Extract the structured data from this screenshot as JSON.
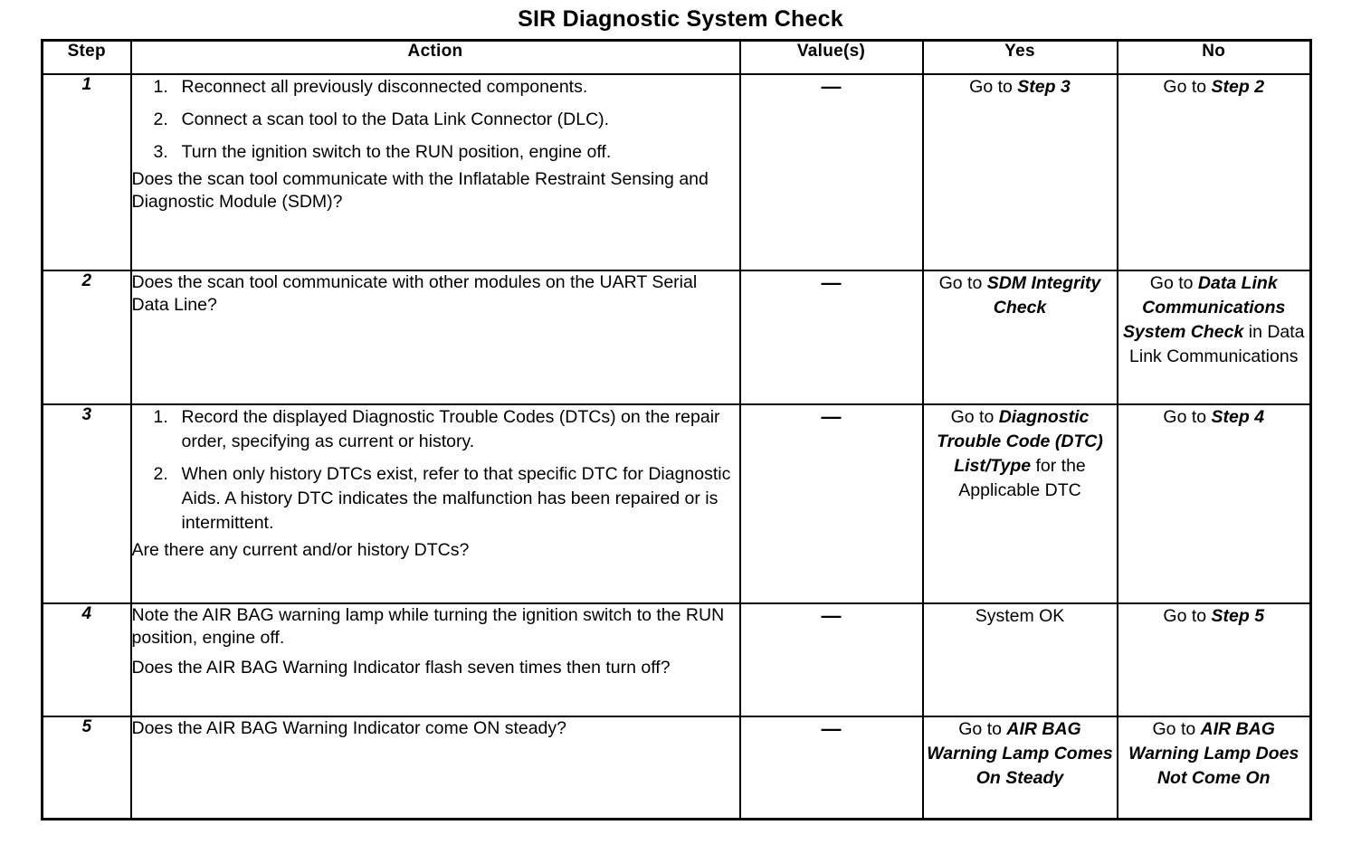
{
  "document": {
    "title": "SIR Diagnostic System Check"
  },
  "table": {
    "headers": {
      "step": "Step",
      "action": "Action",
      "values": "Value(s)",
      "yes": "Yes",
      "no": "No"
    },
    "dash": "—",
    "rows": [
      {
        "step": "1",
        "action": {
          "numbered": [
            "Reconnect all previously disconnected components.",
            "Connect a scan tool to the Data Link Connector (DLC).",
            "Turn the ignition switch to the RUN position, engine off."
          ],
          "question": "Does the scan tool communicate with the Inflatable Restraint Sensing and Diagnostic Module (SDM)?"
        },
        "value": "—",
        "yes": {
          "prefix": "Go to ",
          "ref": "Step 3",
          "suffix": ""
        },
        "no": {
          "prefix": "Go to ",
          "ref": "Step 2",
          "suffix": ""
        }
      },
      {
        "step": "2",
        "action": {
          "numbered": [],
          "question": "Does the scan tool communicate with other modules on the UART Serial Data Line?"
        },
        "value": "—",
        "yes": {
          "prefix": "Go to ",
          "ref": "SDM Integrity Check",
          "suffix": ""
        },
        "no": {
          "prefix": "Go to ",
          "ref": "Data Link Communications System Check",
          "suffix": " in Data Link Communications"
        }
      },
      {
        "step": "3",
        "action": {
          "numbered": [
            "Record the displayed Diagnostic Trouble Codes (DTCs) on the repair order, specifying as current or history.",
            "When only history DTCs exist, refer to that specific DTC for Diagnostic Aids. A history DTC indicates the malfunction has been repaired or is intermittent."
          ],
          "question": "Are there any current and/or history DTCs?"
        },
        "value": "—",
        "yes": {
          "prefix": "Go to ",
          "ref": "Diagnostic Trouble Code (DTC) List/Type",
          "suffix": " for the Applicable DTC"
        },
        "no": {
          "prefix": "Go to ",
          "ref": "Step 4",
          "suffix": ""
        }
      },
      {
        "step": "4",
        "action": {
          "numbered": [],
          "lead": "Note the AIR BAG warning lamp while turning the ignition switch to the RUN position, engine off.",
          "question": "Does the AIR BAG Warning Indicator flash seven times then turn off?"
        },
        "value": "—",
        "yes": {
          "prefix": "System OK",
          "ref": "",
          "suffix": ""
        },
        "no": {
          "prefix": "Go to ",
          "ref": "Step 5",
          "suffix": ""
        }
      },
      {
        "step": "5",
        "action": {
          "numbered": [],
          "question": "Does the AIR BAG Warning Indicator come ON steady?"
        },
        "value": "—",
        "yes": {
          "prefix": "Go to ",
          "ref": "AIR BAG Warning Lamp Comes On Steady",
          "suffix": ""
        },
        "no": {
          "prefix": "Go to ",
          "ref": "AIR BAG Warning Lamp Does Not Come On",
          "suffix": ""
        }
      }
    ]
  }
}
